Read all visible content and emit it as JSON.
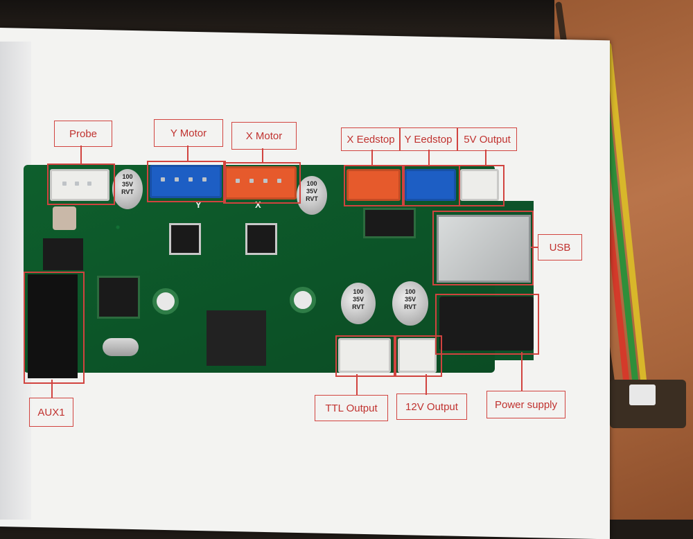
{
  "labels": {
    "probe": "Probe",
    "y_motor": "Y Motor",
    "x_motor": "X Motor",
    "x_endstop": "X Eedstop",
    "y_endstop": "Y Eedstop",
    "out_5v": "5V Output",
    "usb": "USB",
    "aux1": "AUX1",
    "ttl_output": "TTL Output",
    "out_12v": "12V Output",
    "power_supply": "Power supply"
  },
  "board_marks": {
    "cap_text": "100\n35V\nRVT",
    "y_silk": "Y",
    "x_silk": "X"
  },
  "colors": {
    "label_red": "#d1433f",
    "pcb_green": "#0f5a2c",
    "connector_blue": "#1d5ec4",
    "connector_red": "#e65a2c",
    "connector_white": "#ededea"
  }
}
